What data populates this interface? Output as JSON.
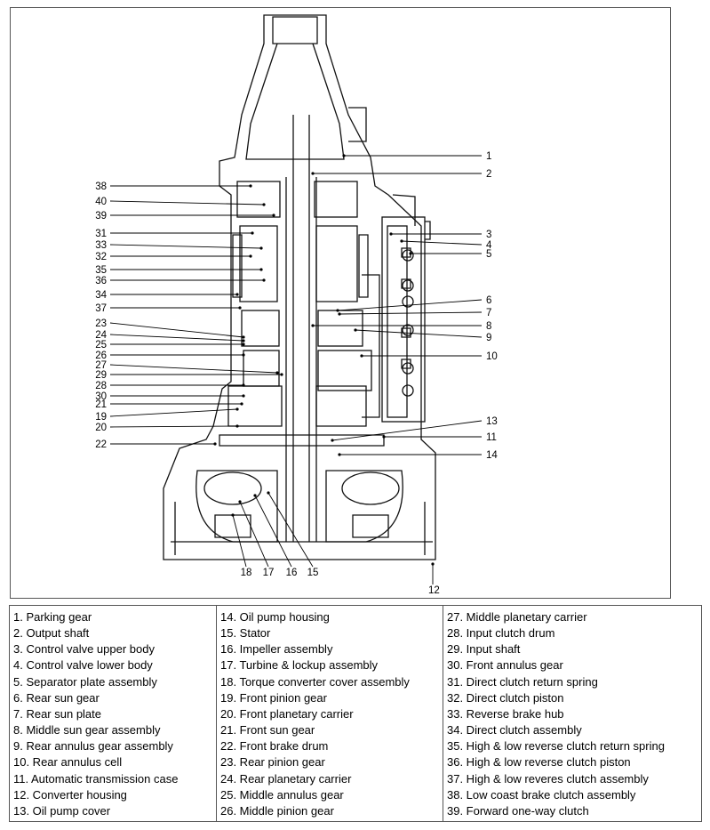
{
  "callouts": [
    {
      "n": "1"
    },
    {
      "n": "2"
    },
    {
      "n": "3"
    },
    {
      "n": "4"
    },
    {
      "n": "5"
    },
    {
      "n": "6"
    },
    {
      "n": "7"
    },
    {
      "n": "8"
    },
    {
      "n": "9"
    },
    {
      "n": "10"
    },
    {
      "n": "11"
    },
    {
      "n": "12"
    },
    {
      "n": "13"
    },
    {
      "n": "14"
    },
    {
      "n": "15"
    },
    {
      "n": "16"
    },
    {
      "n": "17"
    },
    {
      "n": "18"
    },
    {
      "n": "19"
    },
    {
      "n": "20"
    },
    {
      "n": "21"
    },
    {
      "n": "22"
    },
    {
      "n": "23"
    },
    {
      "n": "24"
    },
    {
      "n": "25"
    },
    {
      "n": "26"
    },
    {
      "n": "27"
    },
    {
      "n": "28"
    },
    {
      "n": "29"
    },
    {
      "n": "30"
    },
    {
      "n": "31"
    },
    {
      "n": "32"
    },
    {
      "n": "33"
    },
    {
      "n": "34"
    },
    {
      "n": "35"
    },
    {
      "n": "36"
    },
    {
      "n": "37"
    },
    {
      "n": "38"
    },
    {
      "n": "39"
    },
    {
      "n": "40"
    }
  ],
  "legend": {
    "col1": [
      "1. Parking gear",
      "2. Output shaft",
      "3. Control valve upper body",
      "4. Control valve lower body",
      "5. Separator plate assembly",
      "6. Rear sun gear",
      "7. Rear sun plate",
      "8. Middle sun gear assembly",
      "9. Rear annulus gear assembly",
      "10. Rear annulus cell",
      "11. Automatic transmission case",
      "12. Converter housing",
      "13. Oil pump cover"
    ],
    "col2": [
      "14. Oil pump housing",
      "15. Stator",
      "16. Impeller assembly",
      "17. Turbine & lockup assembly",
      "18. Torque converter cover assembly",
      "19. Front pinion gear",
      "20. Front planetary carrier",
      "21. Front sun gear",
      "22. Front brake drum",
      "23. Rear pinion gear",
      "24. Rear planetary carrier",
      "25. Middle annulus gear",
      "26. Middle pinion gear"
    ],
    "col3": [
      "27. Middle planetary carrier",
      "28. Input clutch drum",
      "29. Input shaft",
      "30. Front annulus gear",
      "31. Direct clutch return spring",
      "32. Direct clutch piston",
      "33. Reverse brake hub",
      "34. Direct clutch assembly",
      "35. High & low reverse clutch return spring",
      "36. High & low reverse clutch piston",
      "37. High & low reveres clutch assembly",
      "38. Low coast brake clutch assembly",
      "39. Forward one-way clutch"
    ]
  }
}
